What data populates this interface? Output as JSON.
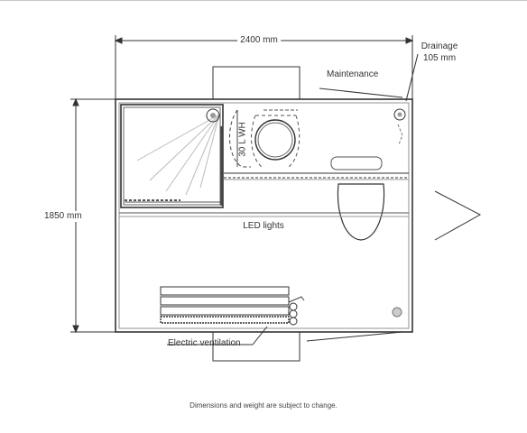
{
  "diagram": {
    "width_label": "2400 mm",
    "height_label": "1850 mm",
    "drainage_label": "Drainage",
    "drainage_size": "105 mm",
    "maintenance_label": "Maintenance",
    "water_heater_label": "30 L WH",
    "led_label": "LED lights",
    "ventilation_label": "Electric ventilation"
  },
  "footer": {
    "note": "Dimensions and weight are subject to change."
  }
}
